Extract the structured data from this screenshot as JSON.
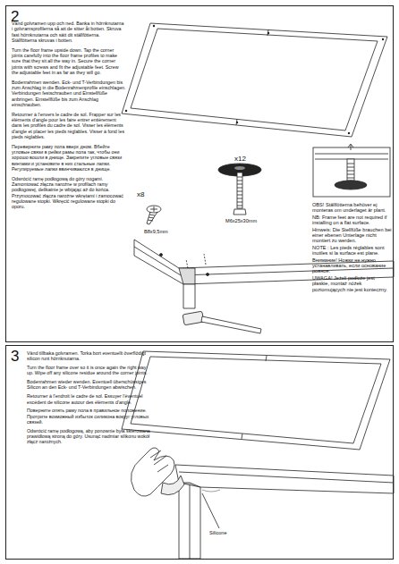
{
  "diagram": {
    "nodes": [
      {
        "text": [
          "2",
          "Vänd golvramen upp och ned. Banka in hörnknutarna i golvramsprofilerna så att de sitter åt botten. Skruva fast hörnknutarna och sätt dit ställfötterna. Ställfötterna skruvas i botten.",
          "Turn the floor frame upside down. Tap the corner joints carefully into the floor frame profiles to make sure that they sit all the way in. Secure the corner joints with screws and fit the adjustable feet. Screw the adjustable feet in as far as they will go.",
          "Bodenrahmen wenden. Eck- und T-Verbindungen bis zum Anschlag in die Bodenrahmenprofile einschlagen. Verbindungen festschrauben und Einstellfüße anbringen. Einstellfüße bis zum Anschlag einschrauben.",
          "Retourner à l'envers le cadre de sol. Frapper sur les éléments d'angle pour les faire entrer entièrement dans les profilés du cadre de sol. Visser les éléments d'angle et placer les pieds réglables. Visser à fond les pieds réglables.",
          "Переверните раму пола вверх дном. Вбейте угловые связи в рейки рамы пола так, чтобы они хорошо вошли в днище. Закрепите угловые связи винтами и установите в них стальные лапки. Регулируемые лапки ввинчиваются в днище.",
          "Odwrócić ramę podłogową do góry nogami. Zamontować złącza narożne w profilach ramy podłogowej, delikatnie je wbijając aż do końca. Przymocować złącza narożne wkrętami i zamocować regulowane stopki. Wkręcić regulowane stopki do oporu."
        ]
      },
      {
        "text": [
          "3",
          "Vänd tillbaka golvramen. Torka bort eventuellt överflödigt silicon runt hörnknutarna.",
          "Turn the floor frame over so it is once again the right way up. Wipe off any silicone residue around the corner joints.",
          "Bodenrahmen wieder wenden. Eventuell überschüssiges Silicon an den Eck- und T-Verbindungen abwischen.",
          "Retourner à l'endroit le cadre de sol. Essuyer l'éventuel excédent de silicone autour des éléments d'angle.",
          "Поверните опять раму пола в правильное положение. Протрите возможный избыток силикона вокруг угловых связей.",
          "Odwrócić ramę podłogową, aby ponownie była skierowana prawidłową stroną do góry. Usunąć nadmiar silikonu wokół złącz narożnych."
        ]
      }
    ],
    "labels": [
      "x8",
      "B8x9,5mm",
      "x12",
      "M6x25x30mm",
      "OBS! Ställfötterna behöver ej monteras om underlaget är plant.",
      "NB: Frame feet are not required if installing on a flat surface.",
      "Hinweis: Die Stellfüße brauchen bei einer ebenen Unterlage nicht montiert zu werden.",
      "NOTE : Les pieds réglables sont inutiles si la surface est plane.",
      "Внимание! Ножки не нужно устанавливать, если основание ровное.",
      "UWAGA! Jeżeli podłoże jest płaskie, montaż nóżek poziomujących nie jest konieczny.",
      "Silicone"
    ]
  }
}
